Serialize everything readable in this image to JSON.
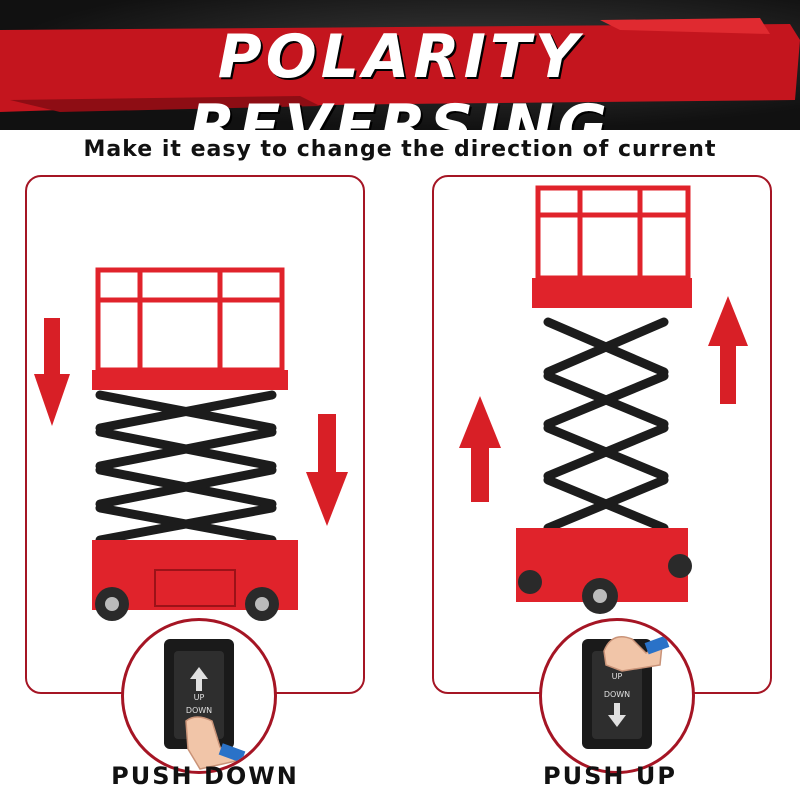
{
  "header": {
    "title": "POLARITY REVERSING"
  },
  "subtitle": "Make it easy to change the direction of current",
  "left_panel": {
    "action_label": "PUSH DOWN",
    "switch": {
      "up_text": "UP",
      "down_text": "DOWN"
    },
    "arrow_direction": "down"
  },
  "right_panel": {
    "action_label": "PUSH UP",
    "switch": {
      "up_text": "UP",
      "down_text": "DOWN"
    },
    "arrow_direction": "up"
  },
  "colors": {
    "accent_red": "#d81f26",
    "border_red": "#a51524",
    "lift_red": "#e0232b",
    "scissor_black": "#1c1c1c"
  }
}
